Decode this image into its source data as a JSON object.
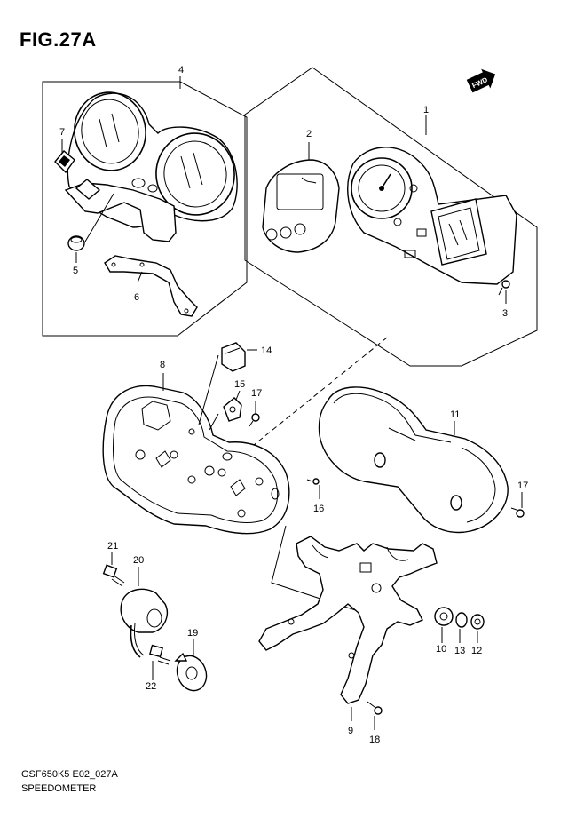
{
  "figure": {
    "title": "FIG.27A",
    "model_code": "GSF650K5 E02_027A",
    "name": "SPEEDOMETER",
    "fwd_label": "FWD"
  },
  "callouts": {
    "c1": "1",
    "c2": "2",
    "c3": "3",
    "c4": "4",
    "c5": "5",
    "c6": "6",
    "c7": "7",
    "c8": "8",
    "c9": "9",
    "c10": "10",
    "c11": "11",
    "c12": "12",
    "c13": "13",
    "c14": "14",
    "c15": "15",
    "c16": "16",
    "c17a": "17",
    "c17b": "17",
    "c18": "18",
    "c19": "19",
    "c20": "20",
    "c21": "21",
    "c22": "22"
  }
}
